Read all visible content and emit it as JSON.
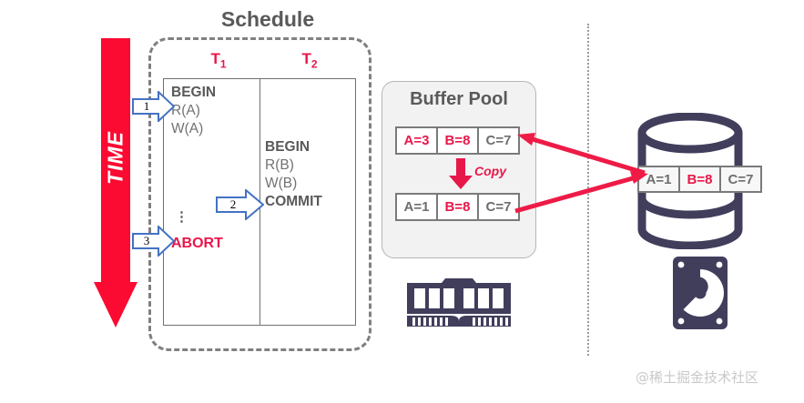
{
  "diagram": {
    "watermark": "@稀土掘金技术社区",
    "colors": {
      "red": "#E8174A",
      "bright_red": "#FB0A32",
      "gray_text": "#595959",
      "blue_outline": "#4472C4",
      "db_navy": "#413E5C",
      "panel_bg": "#F2F2F2"
    }
  },
  "time_axis": {
    "label": "TIME",
    "direction": "downward"
  },
  "schedule": {
    "title": "Schedule",
    "transactions": [
      {
        "header": "T",
        "subscript": "1",
        "operations": [
          {
            "text": "BEGIN",
            "bold": true
          },
          {
            "text": "R(A)",
            "bold": false
          },
          {
            "text": "W(A)",
            "bold": false
          }
        ],
        "ellipsis": "⋮",
        "terminal": "ABORT"
      },
      {
        "header": "T",
        "subscript": "2",
        "operations": [
          {
            "text": "BEGIN",
            "bold": true
          },
          {
            "text": "R(B)",
            "bold": false
          },
          {
            "text": "W(B)",
            "bold": false
          },
          {
            "text": "COMMIT",
            "bold": true
          }
        ]
      }
    ],
    "callouts": [
      {
        "number": "1",
        "target": "T1-begin"
      },
      {
        "number": "2",
        "target": "T2-commit"
      },
      {
        "number": "3",
        "target": "T1-abort"
      }
    ]
  },
  "buffer_pool": {
    "title": "Buffer Pool",
    "copy_label": "Copy",
    "rows": [
      {
        "name": "page-before",
        "cells": [
          {
            "text": "A=3",
            "color": "red"
          },
          {
            "text": "B=8",
            "color": "red"
          },
          {
            "text": "C=7",
            "color": "gray"
          }
        ]
      },
      {
        "name": "page-after",
        "cells": [
          {
            "text": "A=1",
            "color": "gray"
          },
          {
            "text": "B=8",
            "color": "red"
          },
          {
            "text": "C=7",
            "color": "gray"
          }
        ]
      }
    ],
    "hardware_icon": "ram-memory-icon"
  },
  "database": {
    "icon": "database-cylinder-icon",
    "hardware_icon": "hard-disk-icon",
    "page": {
      "cells": [
        {
          "text": "A=1",
          "color": "gray"
        },
        {
          "text": "B=8",
          "color": "red"
        },
        {
          "text": "C=7",
          "color": "gray"
        }
      ]
    }
  }
}
